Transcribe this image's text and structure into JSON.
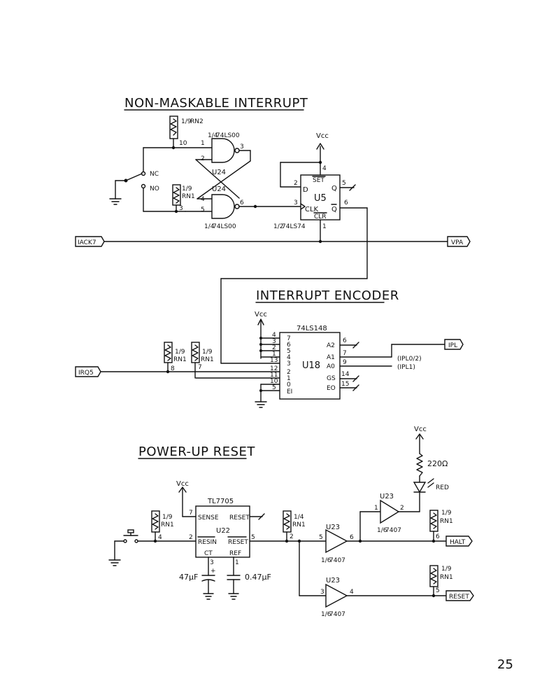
{
  "titles": {
    "nmi": "NON-MASKABLE INTERRUPT",
    "encoder": "INTERRUPT ENCODER",
    "reset": "POWER-UP RESET"
  },
  "page_number": "25",
  "signals": {
    "iack7": "IACK7",
    "vpa": "VPA",
    "irq5": "IRQ5",
    "ipl": "IPL",
    "ipl02": "(IPL0/2)",
    "ipl1": "(IPL1)",
    "halt": "HALT",
    "reset": "RESET"
  },
  "nmi": {
    "rn2_frac": "1/9",
    "rn2_label": "RN2",
    "rn2_pin": "10",
    "rn1_frac": "1/9",
    "rn1_label": "RN1",
    "rn1_pin": "3",
    "gate_top_frac": "1/4",
    "gate_top_part": "74LS00",
    "gate_bot_frac": "1/4",
    "gate_bot_part": "74LS00",
    "u24a": "U24",
    "u24b": "U24",
    "pin1": "1",
    "pin2": "2",
    "pin3": "3",
    "pin4": "4",
    "pin5": "5",
    "pin6": "6",
    "nc": "NC",
    "no": "NO",
    "vcc": "Vcc",
    "ff_frac": "1/2",
    "ff_part": "74LS74",
    "ff_name": "U5",
    "ff_d": "D",
    "ff_clk": "CLK",
    "ff_q": "Q",
    "ff_qn": "Q",
    "ff_set": "SET",
    "ff_clr": "CLR",
    "ff_pin4": "4",
    "ff_pin2": "2",
    "ff_pin3": "3",
    "ff_pin5": "5",
    "ff_pin6": "6",
    "ff_pin1": "1"
  },
  "encoder": {
    "vcc": "Vcc",
    "part": "74LS148",
    "name": "U18",
    "inputs": [
      "7",
      "6",
      "5",
      "4",
      "3",
      "2",
      "1",
      "0",
      "EI"
    ],
    "input_pins": [
      "4",
      "3",
      "2",
      "1",
      "13",
      "12",
      "11",
      "10",
      "5"
    ],
    "outputs": [
      "A2",
      "A1",
      "A0",
      "GS",
      "EO"
    ],
    "output_pins": [
      "6",
      "7",
      "9",
      "14",
      "15"
    ],
    "rn_a_frac": "1/9",
    "rn_a_label": "RN1",
    "rn_a_pin": "8",
    "rn_b_frac": "1/9",
    "rn_b_label": "RN1",
    "rn_b_pin": "7"
  },
  "reset": {
    "vcc_sup": "Vcc",
    "part": "TL7705",
    "name": "U22",
    "sense": "SENSE",
    "reset_out": "RESET",
    "resin": "RESIN",
    "resetn": "RESET",
    "ct": "CT",
    "ref": "REF",
    "pin7": "7",
    "pin2": "2",
    "pin5": "5",
    "pin3": "3",
    "pin1": "1",
    "cap1": "47µF",
    "cap2": "0.47µF",
    "rn_sw_frac": "1/9",
    "rn_sw_label": "RN1",
    "rn_sw_pin": "4",
    "rn_mid_frac": "1/4",
    "rn_mid_label": "RN1",
    "rn_mid_pin": "2",
    "rn_halt_frac": "1/9",
    "rn_halt_label": "RN1",
    "rn_halt_pin": "6",
    "rn_rst_frac": "1/9",
    "rn_rst_label": "RN1",
    "rn_rst_pin": "5",
    "u23a": "U23",
    "u23a_frac": "1/6",
    "u23a_part": "7407",
    "u23a_in": "5",
    "u23a_out": "6",
    "u23b": "U23",
    "u23b_frac": "1/6",
    "u23b_part": "7407",
    "u23b_in": "1",
    "u23b_out": "2",
    "u23c": "U23",
    "u23c_frac": "1/6",
    "u23c_part": "7407",
    "u23c_in": "3",
    "u23c_out": "4",
    "vcc_led": "Vcc",
    "res": "220Ω",
    "led": "RED"
  }
}
